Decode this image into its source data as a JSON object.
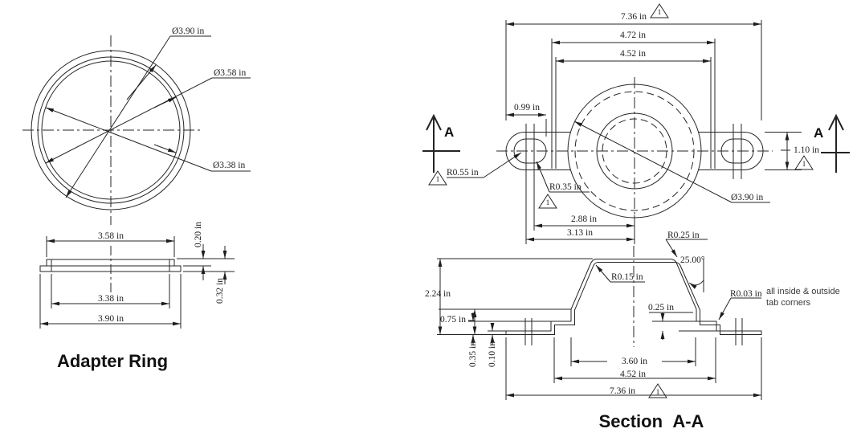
{
  "adapter_ring": {
    "title": "Adapter Ring",
    "dia_outer": "Ø3.90 in",
    "dia_mid": "Ø3.58 in",
    "dia_inner": "Ø3.38 in",
    "width_mid": "3.58 in",
    "width_inner": "3.38 in",
    "width_outer": "3.90 in",
    "height_lip": "0.20 in",
    "height_total": "0.32 in"
  },
  "plan_view": {
    "dim_overall": "7.36 in",
    "dim_outer_span": "4.72 in",
    "dim_inner_span": "4.52 in",
    "dim_tab": "0.99 in",
    "dim_tab_height": "1.10 in",
    "dim_slot_center": "2.88 in",
    "dim_slot_edge": "3.13 in",
    "radius_tab": "R0.55 in",
    "radius_slot": "R0.35 in",
    "dia_center": "Ø3.90 in",
    "section_letter": "A",
    "flag": "1"
  },
  "section_view": {
    "title": "Section A-A",
    "dim_height": "2.24 in",
    "dim_step_height": "0.75 in",
    "dim_tab_offset": "0.35 in",
    "dim_thickness": "0.10 in",
    "dim_step": "0.25 in",
    "dim_inner_width": "3.60 in",
    "dim_mid_width": "4.52 in",
    "dim_overall": "7.36 in",
    "radius_top_outer": "R0.25 in",
    "radius_top_inner": "R0.15 in",
    "radius_tab_corner": "R0.03 in",
    "angle_wall": "25.00°",
    "note_line1": "all inside & outside",
    "note_line2": "tab corners",
    "flag": "1"
  }
}
